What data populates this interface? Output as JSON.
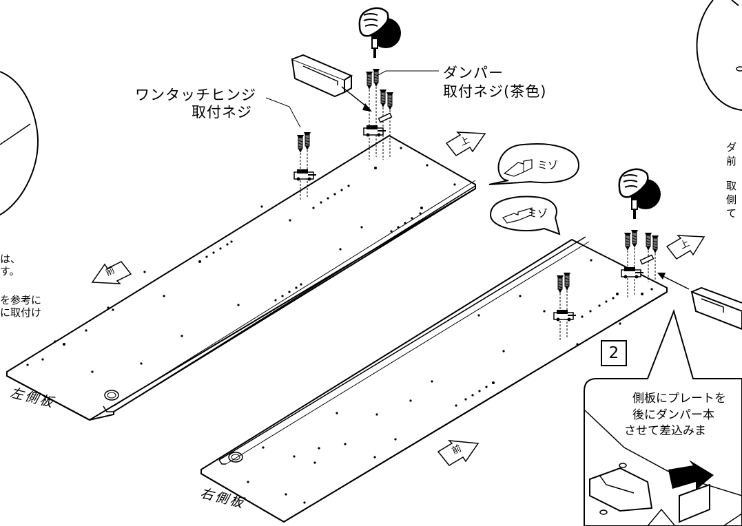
{
  "labels": {
    "hinge_screw_line1": "ワンタッチヒンジ",
    "hinge_screw_line2": "取付ネジ",
    "damper_screw_line1": "ダンパー",
    "damper_screw_line2": "取付ネジ(茶色)",
    "left_panel": "左側板",
    "right_panel": "右側板",
    "groove_upper": "ミゾ",
    "groove_lower": "ミゾ",
    "arrow_up_1": "上",
    "arrow_up_2": "上",
    "arrow_front_1": "前",
    "arrow_front_2": "前"
  },
  "left_notes": {
    "line1": "は、",
    "line2": "す。",
    "line3": "を参考に",
    "line4": "に取付け"
  },
  "right_notes": {
    "line1": "ダ",
    "line2": "前",
    "line3": "取",
    "line4": "側",
    "line5": "て"
  },
  "step": {
    "number": "2",
    "line1": "側板にプレートを",
    "line2": "後にダンパー本",
    "line3": "させて差込みま"
  },
  "colors": {
    "ink": "#000000",
    "paper": "#ffffff",
    "screw_gray": "#777777"
  }
}
